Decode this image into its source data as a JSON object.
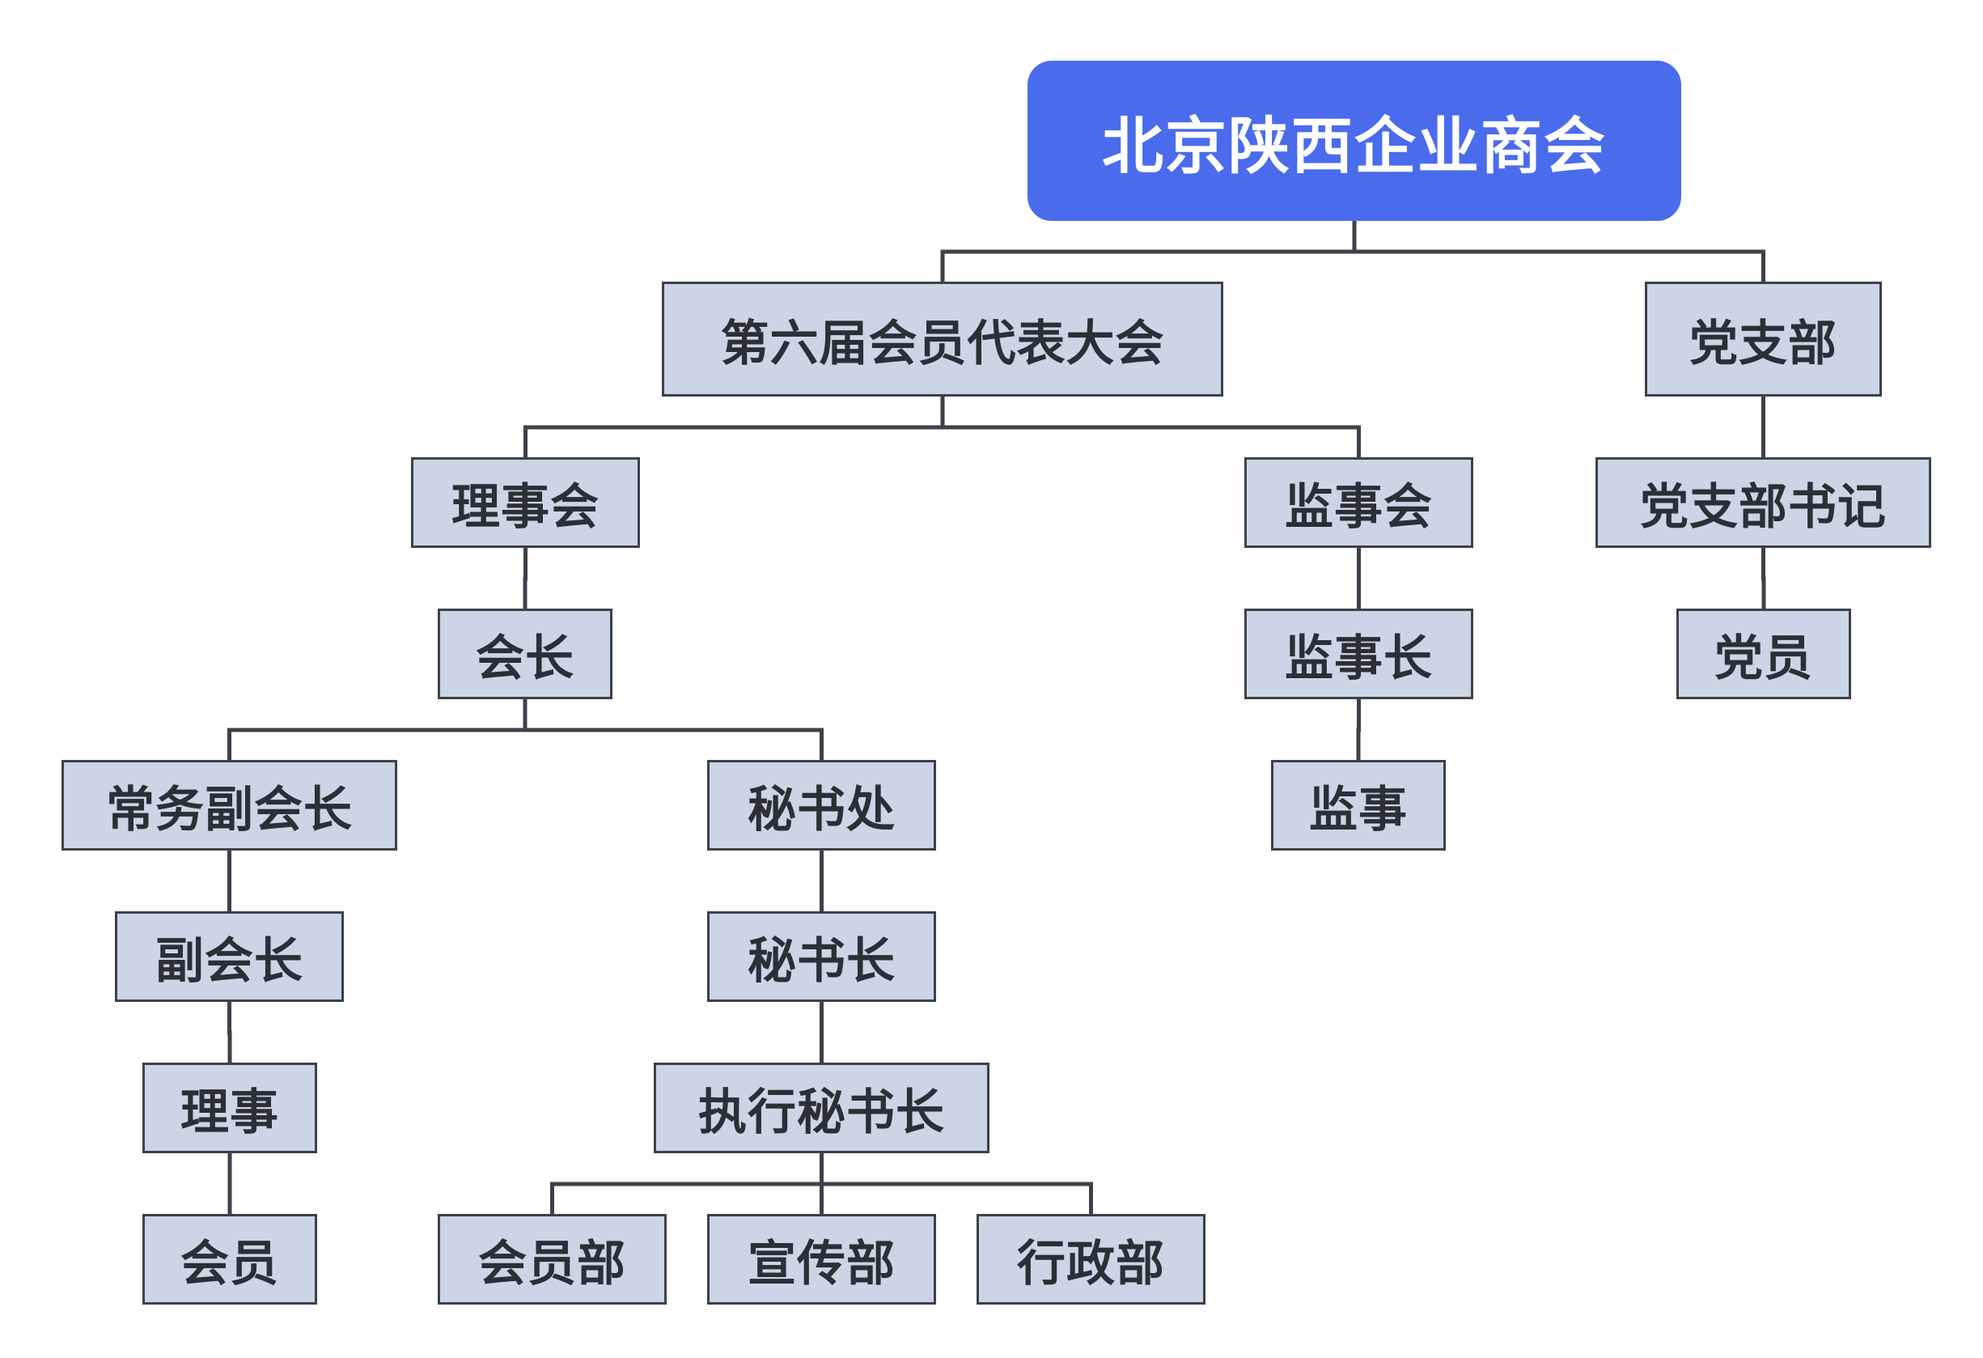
{
  "colors": {
    "root_fill": "#4a6cec",
    "node_fill": "#cbd5e6",
    "node_border": "#3d4148",
    "text_dark": "#2b2f36",
    "text_light": "#ffffff",
    "line": "#3d4148"
  },
  "nodes": {
    "root": "北京陕西企业商会",
    "congress": "第六届会员代表大会",
    "party_branch": "党支部",
    "council": "理事会",
    "supervisory_board": "监事会",
    "party_secretary": "党支部书记",
    "president": "会长",
    "chief_supervisor": "监事长",
    "party_member": "党员",
    "executive_vice_president": "常务副会长",
    "secretariat": "秘书处",
    "supervisor": "监事",
    "vice_president": "副会长",
    "secretary_general": "秘书长",
    "director": "理事",
    "executive_secretary_general": "执行秘书长",
    "member": "会员",
    "membership_dept": "会员部",
    "publicity_dept": "宣传部",
    "admin_dept": "行政部"
  }
}
